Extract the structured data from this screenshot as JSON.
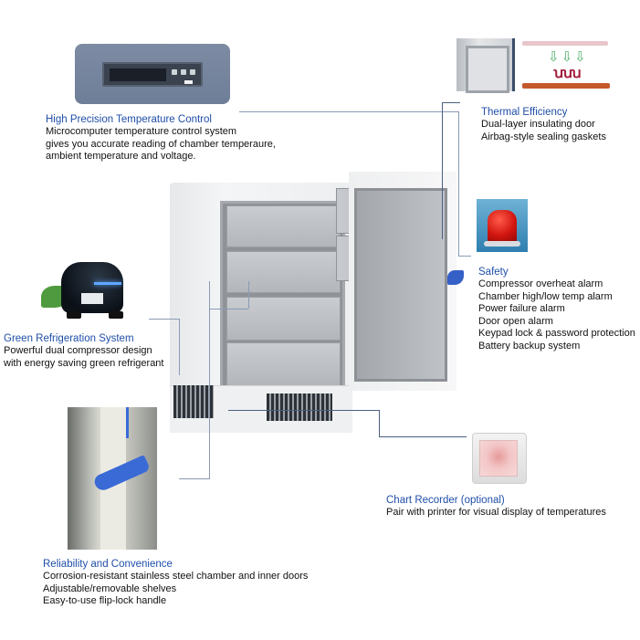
{
  "features": {
    "temperature_control": {
      "title": "High Precision Temperature Control",
      "lines": [
        "Microcomputer temperature control system",
        "gives you accurate reading of chamber temperaure,",
        "ambient temperature and voltage."
      ]
    },
    "thermal_efficiency": {
      "title": "Thermal Efficiency",
      "lines": [
        "Dual-layer insulating door",
        "Airbag-style sealing gaskets"
      ]
    },
    "safety": {
      "title": "Safety",
      "lines": [
        "Compressor overheat alarm",
        "Chamber high/low temp alarm",
        "Power failure alarm",
        "Door open alarm",
        "Keypad lock & password protection",
        "Battery backup system"
      ]
    },
    "green_refrigeration": {
      "title": "Green Refrigeration System",
      "lines": [
        "Powerful dual compressor design",
        "with energy saving green refrigerant"
      ]
    },
    "chart_recorder": {
      "title": "Chart Recorder (optional)",
      "lines": [
        "Pair with printer for visual display of temperatures"
      ]
    },
    "reliability": {
      "title": "Reliability and Convenience",
      "lines": [
        "Corrosion-resistant stainless steel chamber and inner doors",
        "Adjustable/removable shelves",
        "Easy-to-use flip-lock handle"
      ]
    }
  },
  "images": {
    "controller": "controller-panel-photo",
    "thermal": "insulated-door-diagram",
    "alarm": "alarm-beacon-icon",
    "compressor": "compressor-photo",
    "freezer": "upright-freezer-photo",
    "handle": "flip-lock-handle-photo",
    "recorder": "chart-recorder-photo"
  },
  "colors": {
    "title_blue": "#1f4ea8",
    "connector": "#8a9bb5",
    "handle_blue": "#3560c8",
    "alarm_red": "#d1150f"
  }
}
